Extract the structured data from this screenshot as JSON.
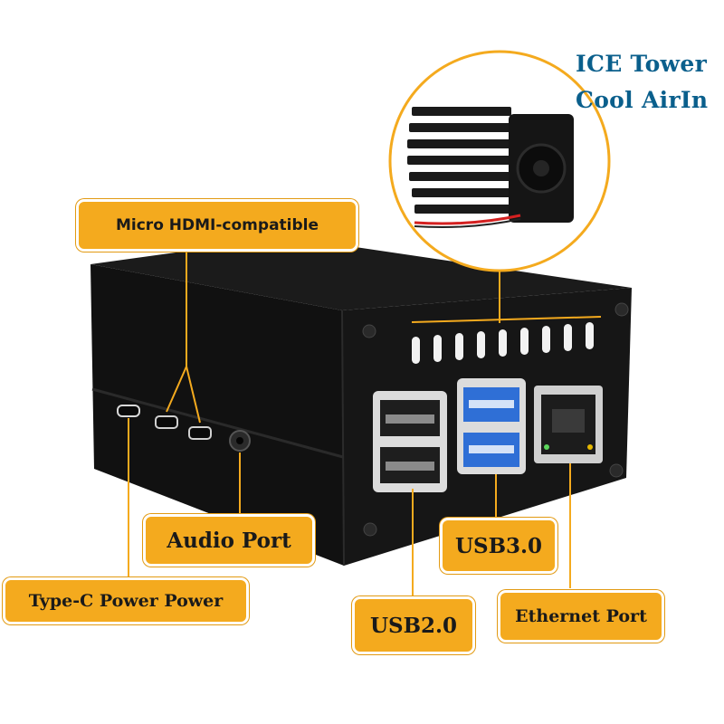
{
  "title": {
    "line1": "ICE Tower",
    "line2": "Cool AirIn"
  },
  "callouts": {
    "hdmi": "Micro HDMI-compatible",
    "audio": "Audio Port",
    "usb3": "USB3.0",
    "typec": "Type-C Power Power",
    "usb2": "USB2.0",
    "ethernet": "Ethernet Port"
  },
  "colors": {
    "callout_fill": "#f4aa1e",
    "leader_line": "#f4aa1e",
    "title_text": "#0a5f8c",
    "case_body": "#151515",
    "usb3_blue": "#2f6fd6",
    "fan_cable": "#d42020"
  }
}
